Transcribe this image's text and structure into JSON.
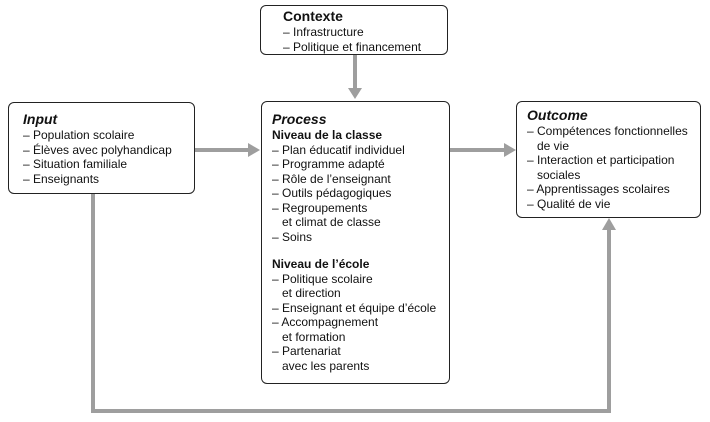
{
  "diagram": {
    "context": {
      "title": "Contexte",
      "items": [
        "– Infrastructure",
        "– Politique et financement"
      ]
    },
    "input": {
      "title": "Input",
      "items": [
        "– Population scolaire",
        "– Élèves avec polyhandicap",
        "– Situation familiale",
        "– Enseignants"
      ]
    },
    "process": {
      "title": "Process",
      "class_level": {
        "heading": "Niveau de la classe",
        "items": [
          "– Plan éducatif individuel",
          "– Programme adapté",
          "– Rôle de l’enseignant",
          "– Outils pédagogiques",
          "– Regroupements",
          "   et climat de classe",
          "– Soins"
        ]
      },
      "school_level": {
        "heading": "Niveau de l’école",
        "items": [
          "– Politique scolaire",
          "   et direction",
          "– Enseignant et équipe d’école",
          "– Accompagnement",
          "   et formation",
          "– Partenariat",
          "   avec les parents"
        ]
      }
    },
    "outcome": {
      "title": "Outcome",
      "items": [
        "– Compétences fonctionnelles",
        "   de vie",
        "– Interaction et participation",
        "   sociales",
        "– Apprentissages scolaires",
        "– Qualité de vie"
      ]
    },
    "colors": {
      "arrow": "#9e9e9e",
      "border": "#222222"
    }
  }
}
